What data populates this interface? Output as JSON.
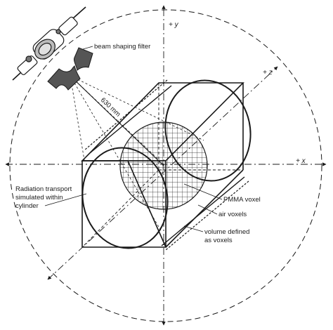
{
  "labels": {
    "axis_y": "+ y",
    "axis_z": "+ z",
    "axis_x": "+ x",
    "beam_filter": "beam shaping filter",
    "distance": "630 mm",
    "pmma_voxel": "PMMA voxel",
    "air_voxels": "air voxels",
    "volume_line1": "volume defined",
    "volume_line2": "as voxels",
    "transport_line1": "Radiation transport",
    "transport_line2": "simulated within",
    "transport_line3": "cylinder"
  },
  "icons": {
    "xray_tube": "xray-tube-icon",
    "filter": "bowtie-filter-icon"
  },
  "colors": {
    "ink": "#1a1a1a",
    "filter_fill": "#555555",
    "background": "#ffffff"
  }
}
